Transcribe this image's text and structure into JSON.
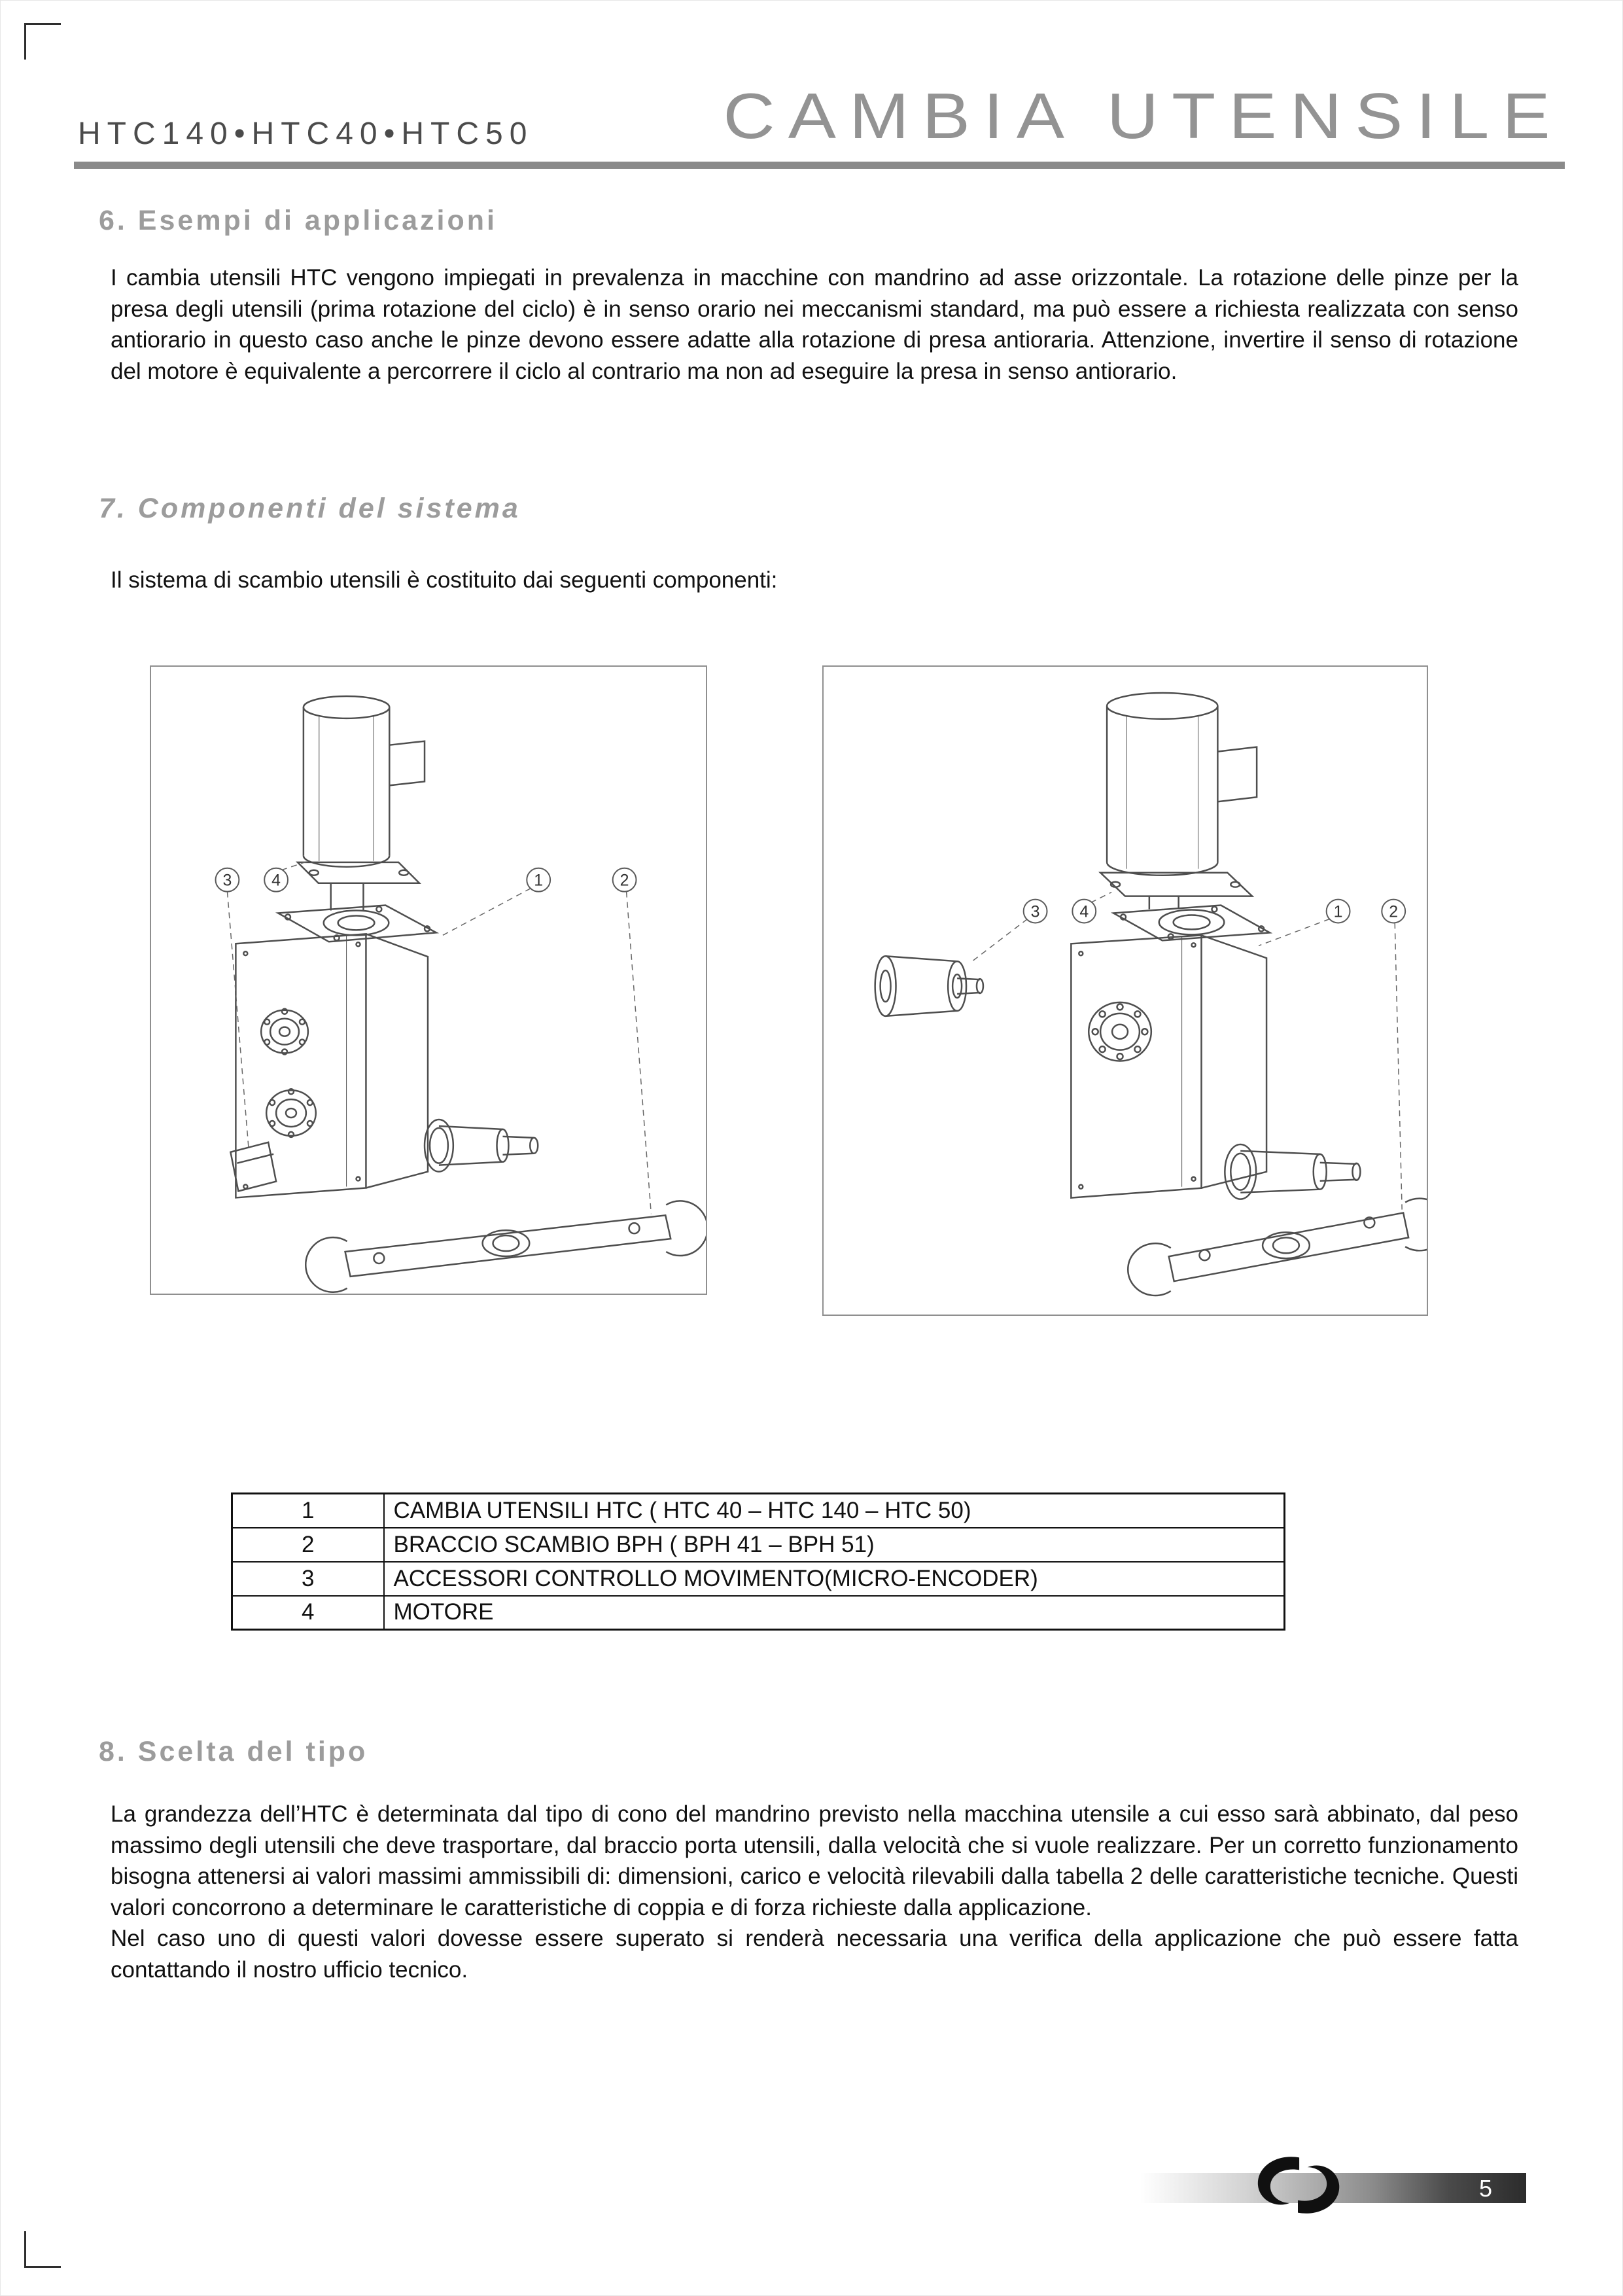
{
  "header": {
    "models": "HTC140•HTC40•HTC50",
    "title": "CAMBIA UTENSILE"
  },
  "section6": {
    "heading": "6. Esempi di applicazioni",
    "body": "I cambia utensili HTC vengono impiegati in prevalenza in macchine con mandrino ad asse orizzontale. La rotazione delle pinze per la presa degli utensili (prima rotazione del ciclo) è in senso orario nei meccanismi standard, ma può essere a richiesta realizzata con senso antiorario in questo caso anche le pinze devono essere adatte alla rotazione di presa antioraria. Attenzione, invertire il senso di rotazione del motore è equivalente a percorrere il ciclo al contrario ma non ad eseguire la presa in senso antiorario."
  },
  "section7": {
    "heading": "7. Componenti del sistema",
    "intro": "Il sistema di scambio utensili è costituito dai seguenti componenti:",
    "diagram_left": {
      "callouts": [
        "3",
        "4",
        "1",
        "2"
      ]
    },
    "diagram_right": {
      "callouts": [
        "3",
        "4",
        "1",
        "2"
      ]
    }
  },
  "components_table": {
    "rows": [
      {
        "num": "1",
        "desc": "CAMBIA UTENSILI HTC ( HTC 40 – HTC 140 – HTC 50)"
      },
      {
        "num": "2",
        "desc": "BRACCIO SCAMBIO BPH ( BPH 41 – BPH 51)"
      },
      {
        "num": "3",
        "desc": "ACCESSORI CONTROLLO MOVIMENTO(MICRO-ENCODER)"
      },
      {
        "num": "4",
        "desc": "MOTORE"
      }
    ]
  },
  "section8": {
    "heading": "8. Scelta del tipo",
    "body1": "La grandezza dell’HTC è determinata dal tipo di cono del mandrino previsto nella macchina utensile a cui esso sarà abbinato, dal peso massimo degli utensili che deve trasportare, dal braccio porta utensili, dalla velocità che si vuole realizzare. Per un corretto funzionamento bisogna attenersi ai valori massimi ammissibili di: dimensioni, carico e velocità rilevabili dalla tabella 2 delle caratteristiche tecniche. Questi valori concorrono a determinare le caratteristiche di coppia e di forza richieste dalla applicazione.",
    "body2": "Nel caso uno di questi valori dovesse essere superato si renderà necessaria una verifica della applicazione che può essere fatta contattando il nostro ufficio tecnico."
  },
  "footer": {
    "page_number": "5"
  },
  "icons": {
    "logo": "brand-swirl-logo"
  },
  "colors": {
    "heading_gray": "#9c9c9c",
    "rule_gray": "#8a8a8a",
    "text_black": "#111111",
    "footer_dark": "#2c2c2c"
  }
}
